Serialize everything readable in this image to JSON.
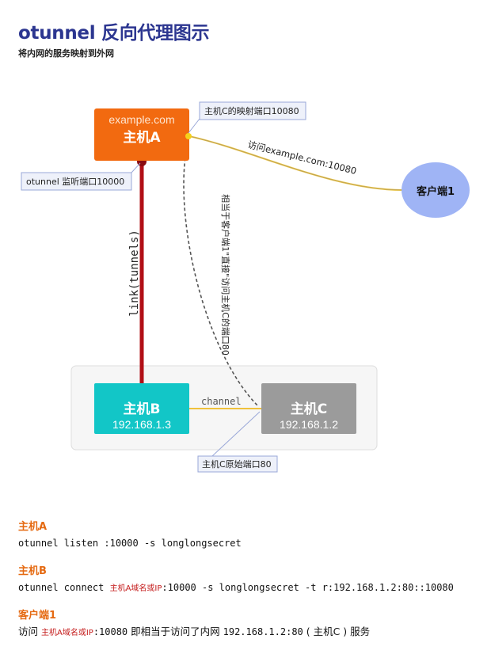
{
  "header": {
    "title": "otunnel 反向代理图示",
    "subtitle": "将内网的服务映射到外网"
  },
  "diagram": {
    "host_a": {
      "domain": "example.com",
      "name": "主机A"
    },
    "host_b": {
      "name": "主机B",
      "ip": "192.168.1.3"
    },
    "host_c": {
      "name": "主机C",
      "ip": "192.168.1.2"
    },
    "client": {
      "name": "客户端1"
    },
    "labels": {
      "mapped_port": "主机C的映射端口10080",
      "listen_port": "otunnel 监听端口10000",
      "original_port": "主机C原始端口80",
      "tunnel": "link(tunnels)",
      "channel": "channel",
      "client_access": "访问example.com:10080",
      "equivalent": "相当于客户端1\"直接\"访问主机C的端口80"
    },
    "colors": {
      "host_a": "#f26a10",
      "host_b": "#12c6c7",
      "host_c": "#9b9b9b",
      "client": "#9fb4f5",
      "tunnel": "#b10f16",
      "channel": "#f0c13b",
      "callout_border": "#9aa8d8",
      "callout_bg": "#eef1fa"
    }
  },
  "commands": [
    {
      "heading": "主机A",
      "parts": [
        {
          "text": "otunnel listen :10000 -s longlongsecret",
          "style": "mono"
        }
      ]
    },
    {
      "heading": "主机B",
      "parts": [
        {
          "text": "otunnel connect ",
          "style": "mono"
        },
        {
          "text": "主机A域名或IP",
          "style": "placeholder"
        },
        {
          "text": ":10000 -s longlongsecret -t r:192.168.1.2:80::10080",
          "style": "mono"
        }
      ]
    },
    {
      "heading": "客户端1",
      "parts": [
        {
          "text": "访问 ",
          "style": "cjk"
        },
        {
          "text": "主机A域名或IP",
          "style": "placeholder"
        },
        {
          "text": ":10080",
          "style": "mono"
        },
        {
          "text": " 即相当于访问了内网 ",
          "style": "cjk"
        },
        {
          "text": "192.168.1.2:80",
          "style": "mono"
        },
        {
          "text": " ( 主机C ) 服务",
          "style": "cjk"
        }
      ]
    }
  ]
}
